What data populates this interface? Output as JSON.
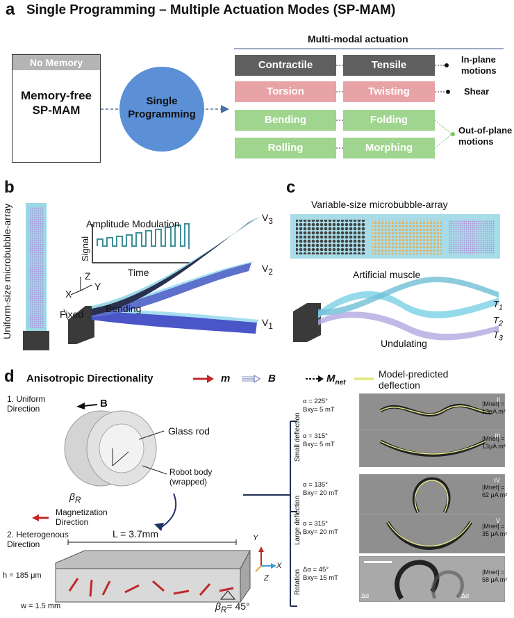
{
  "panel_a": {
    "letter": "a",
    "title": "Single Programming – Multiple Actuation Modes (SP-MAM)",
    "no_memory": "No Memory",
    "memory_free_line1": "Memory-free",
    "memory_free_line2": "SP-MAM",
    "single_line1": "Single",
    "single_line2": "Programming",
    "multimodal": "Multi-modal actuation",
    "modes": {
      "contractile": "Contractile",
      "tensile": "Tensile",
      "torsion": "Torsion",
      "twisting": "Twisting",
      "bending": "Bending",
      "folding": "Folding",
      "rolling": "Rolling",
      "morphing": "Morphing"
    },
    "inplane_line1": "In-plane",
    "inplane_line2": "motions",
    "shear": "Shear",
    "outplane_line1": "Out-of-plane",
    "outplane_line2": "motions",
    "colors": {
      "dark": "#5f5f5f",
      "pink": "#e8a3a6",
      "green": "#9fd58f",
      "circle": "#5b8fd6"
    }
  },
  "panel_b": {
    "letter": "b",
    "vertical_label": "Uniform-size microbubble-array",
    "amp_mod": "Amplitude  Modulation",
    "signal": "Signal",
    "time": "Time",
    "axis_x": "X",
    "axis_y": "Y",
    "axis_z": "Z",
    "fixed": "Fixed",
    "bending": "Bending",
    "v1": "V",
    "v2": "V",
    "v3": "V",
    "sub1": "1",
    "sub2": "2",
    "sub3": "3"
  },
  "panel_c": {
    "letter": "c",
    "variable": "Variable-size microbubble-array",
    "muscle": "Artificial muscle",
    "undulating": "Undulating",
    "t": "T",
    "t1": "1",
    "t2": "2",
    "t3": "3"
  },
  "panel_d": {
    "letter": "d",
    "title": "Anisotropic Directionality",
    "legend_m": "m",
    "legend_b": "B",
    "legend_mnet": "M",
    "legend_mnet_sub": "net",
    "legend_model_line1": "Model-predicted",
    "legend_model_line2": "deflection",
    "uniform_line1": "1. Uniform",
    "uniform_line2": "Direction",
    "b_label": "B",
    "glass_rod": "Glass rod",
    "robot_body_line1": "Robot body",
    "robot_body_line2": "(wrapped)",
    "beta": "β",
    "beta_sub": "R",
    "magnetization_line1": "Magnetization",
    "magnetization_line2": "Direction",
    "hetero_line1": "2. Heterogenous",
    "hetero_line2": "Direction",
    "length": "L = 3.7mm",
    "height": "h = 185 μm",
    "width": "w = 1.5 mm",
    "beta_value": "= 45°",
    "axis_x": "X",
    "axis_y": "Y",
    "axis_z": "Z",
    "small_deflection": "Small deflection",
    "large_deflection": "Large deflection",
    "rotation": "Rotation",
    "frames": [
      {
        "p1": "α = 225°",
        "p2": "Bxy= 5 mT",
        "roman": "II",
        "m1": "|Mnet| =",
        "m2": "13μA m²"
      },
      {
        "p1": "α = 315°",
        "p2": "Bxy= 5 mT",
        "roman": "III",
        "m1": "|Mnet| =",
        "m2": "13μA m²"
      },
      {
        "p1": "α = 135°",
        "p2": "Bxy= 20 mT",
        "roman": "IV",
        "m1": "|Mnet| =",
        "m2": "62 μA m²"
      },
      {
        "p1": "α = 315°",
        "p2": "Bxy= 20 mT",
        "roman": "V",
        "m1": "|Mnet| =",
        "m2": "35 μA m²"
      },
      {
        "p1": "Δα = 45°",
        "p2": "Bxy= 15 mT",
        "roman": "",
        "m1": "|Mnet| =",
        "m2": "58 μA m²"
      }
    ],
    "delta_alpha": "Δα"
  }
}
